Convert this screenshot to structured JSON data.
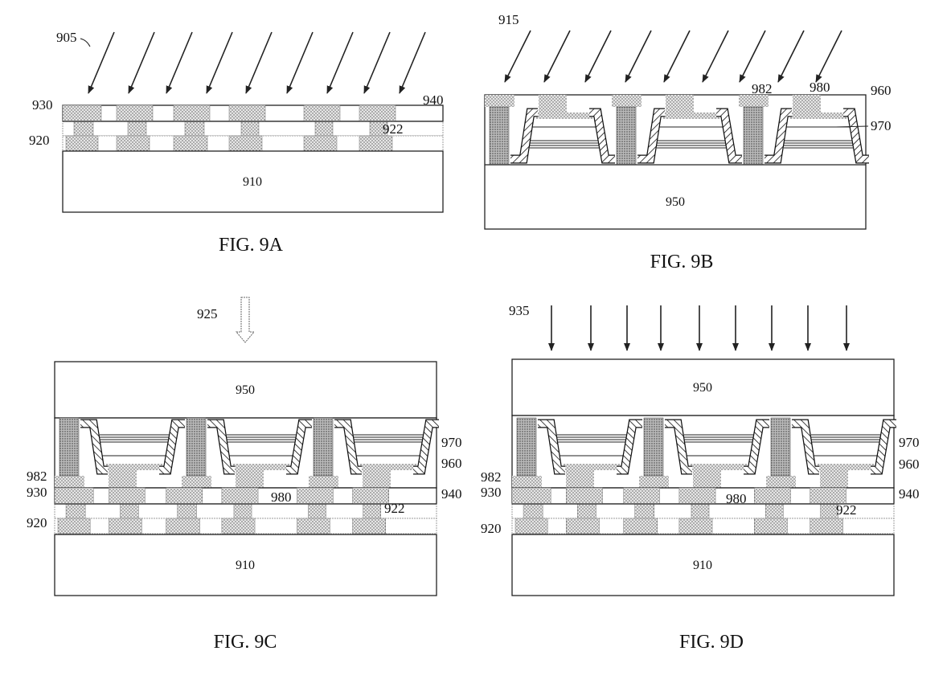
{
  "fig_9a": {
    "caption": "FIG. 9A",
    "arrow_label": "905",
    "labels": {
      "l930": "930",
      "l920": "920",
      "l940": "940",
      "l922": "922"
    },
    "substrate": "910"
  },
  "fig_9b": {
    "caption": "FIG. 9B",
    "arrow_label": "915",
    "labels": {
      "l982": "982",
      "l980": "980",
      "l960": "960",
      "l970": "970"
    },
    "substrate": "950"
  },
  "fig_9c": {
    "caption": "FIG. 9C",
    "arrow_label": "925",
    "labels": {
      "l970": "970",
      "l960": "960",
      "l982": "982",
      "l930": "930",
      "l940": "940",
      "l980": "980",
      "l920": "920",
      "l922": "922"
    },
    "top_substrate": "950",
    "substrate": "910"
  },
  "fig_9d": {
    "caption": "FIG. 9D",
    "arrow_label": "935",
    "labels": {
      "l970": "970",
      "l960": "960",
      "l982": "982",
      "l930": "930",
      "l940": "940",
      "l980": "980",
      "l920": "920",
      "l922": "922"
    },
    "top_substrate": "950",
    "substrate": "910"
  }
}
